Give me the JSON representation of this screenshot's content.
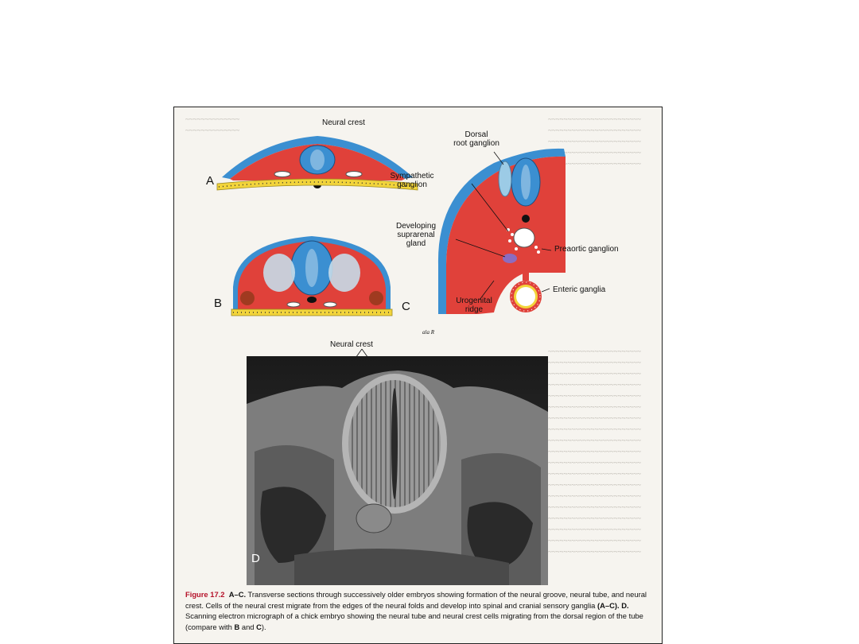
{
  "figure": {
    "labels": {
      "neural_crest_top": "Neural crest",
      "dorsal_root_ganglion": [
        "Dorsal",
        "root ganglion"
      ],
      "sympathetic_ganglion": [
        "Sympathetic",
        "ganglion"
      ],
      "developing_suprarenal_gland": [
        "Developing",
        "suprarenal",
        "gland"
      ],
      "preaortic_ganglion": "Preaortic ganglion",
      "enteric_ganglia": "Enteric ganglia",
      "urogenital_ridge": [
        "Urogenital",
        "ridge"
      ],
      "neural_crest_micrograph": "Neural crest"
    },
    "panel_letters": {
      "a": "A",
      "b": "B",
      "c": "C",
      "d": "D"
    },
    "signature": "ala R",
    "caption": {
      "figure_label": "Figure 17.2",
      "part1_bold": "A–C.",
      "part1_text": " Transverse sections through successively older embryos showing formation of the neural groove, neural tube, and neural crest. Cells of the neural crest migrate from the edges of the neural folds and develop into spinal and cranial sensory ganglia ",
      "part2_bold": "(A–C).",
      "part3_bold": " D.",
      "part3_text": " Scanning electron micrograph of a chick embryo showing the neural tube and neural crest cells migrating from the dorsal region of the tube (compare with ",
      "b_ref": "B",
      "and_text": " and ",
      "c_ref": "C",
      "end_text": ")."
    }
  }
}
